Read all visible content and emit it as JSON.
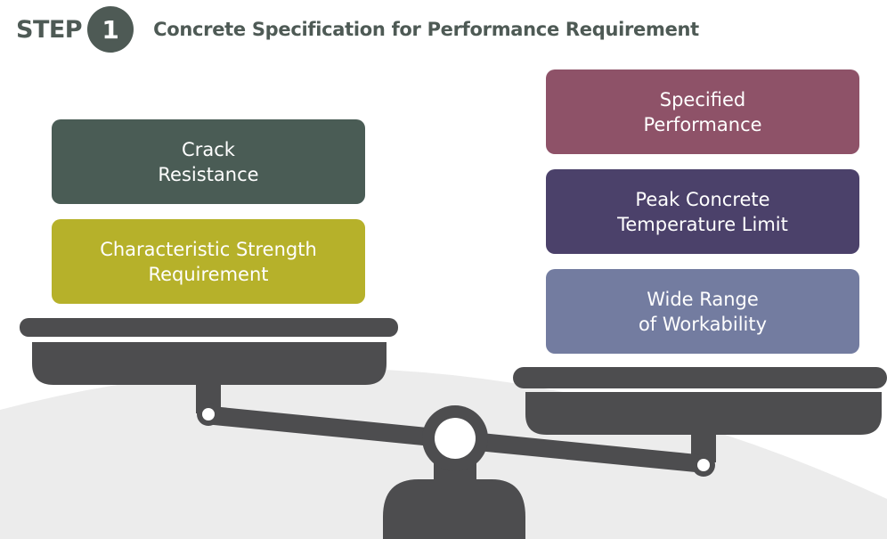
{
  "header": {
    "step_word": "STEP",
    "step_number": "1",
    "title": "Concrete Specification for Performance Requirement"
  },
  "left_pan": {
    "boxes": [
      {
        "line1": "Crack",
        "line2": "Resistance",
        "color": "#4a5c55"
      },
      {
        "line1": "Characteristic Strength",
        "line2": "Requirement",
        "color": "#b6b12a"
      }
    ]
  },
  "right_pan": {
    "boxes": [
      {
        "line1": "Specified",
        "line2": "Performance",
        "color": "#8e5268"
      },
      {
        "line1": "Peak Concrete",
        "line2": "Temperature Limit",
        "color": "#4b416a"
      },
      {
        "line1": "Wide Range",
        "line2": "of Workability",
        "color": "#737ca0"
      }
    ]
  },
  "colors": {
    "scale": "#4d4d4f",
    "background_arc": "#ececec",
    "header_text": "#4e5a55"
  }
}
